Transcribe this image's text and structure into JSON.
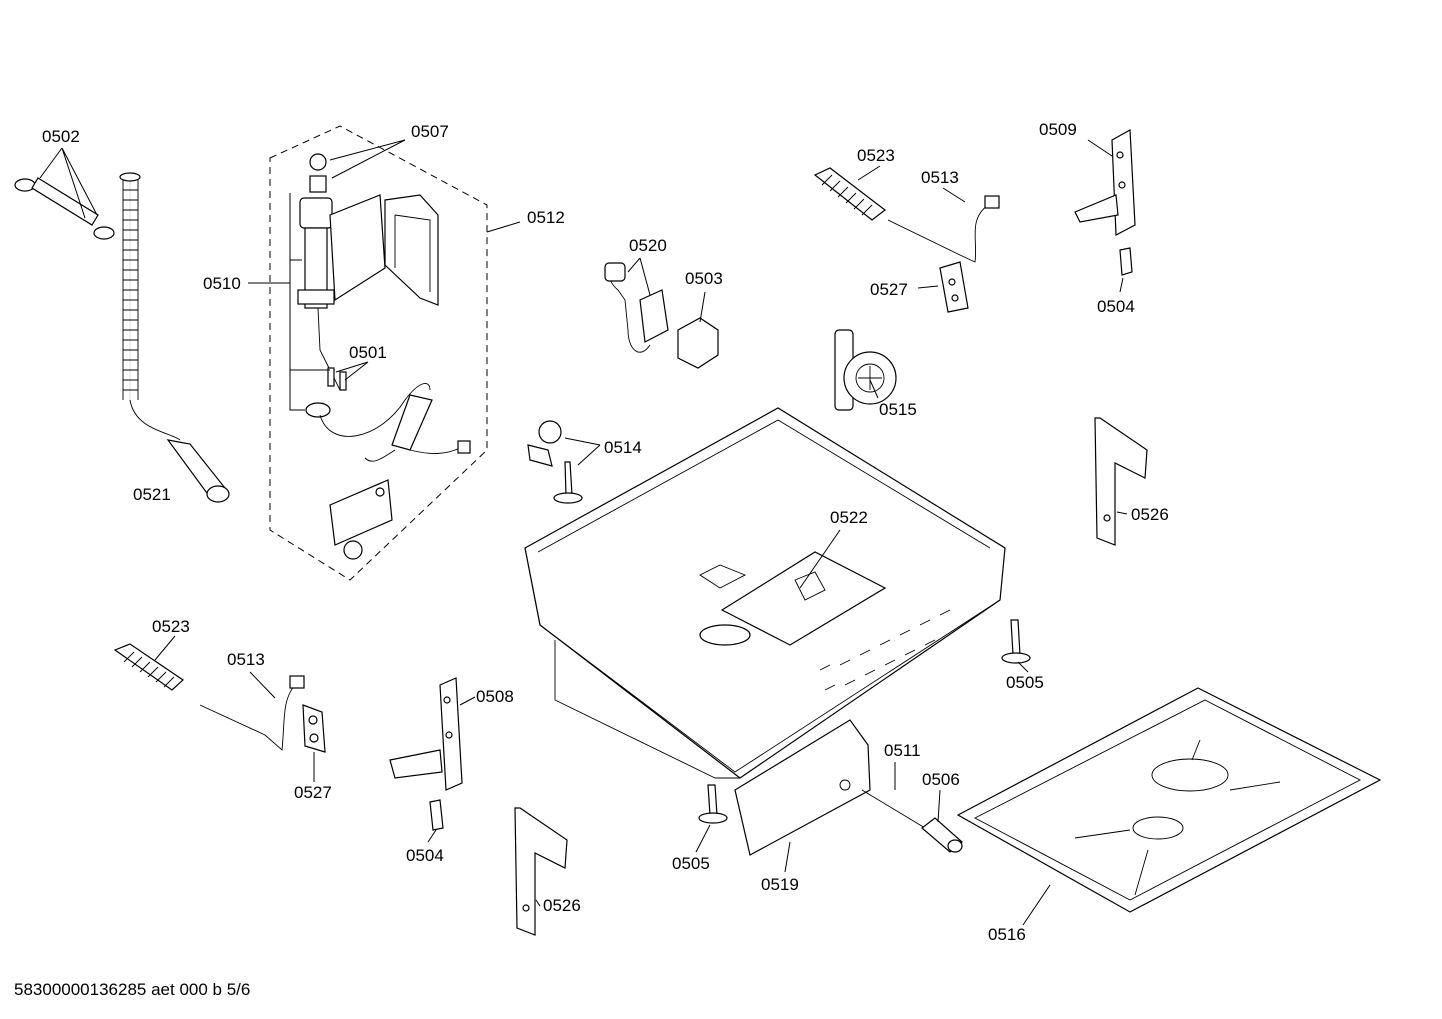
{
  "footer": {
    "code": "58300000136285 aet 000 b 5/6"
  },
  "labels": {
    "l0502": "0502",
    "l0507": "0507",
    "l0512": "0512",
    "l0510": "0510",
    "l0501": "0501",
    "l0521": "0521",
    "l0520": "0520",
    "l0503": "0503",
    "l0523a": "0523",
    "l0513a": "0513",
    "l0527a": "0527",
    "l0509": "0509",
    "l0504a": "0504",
    "l0515": "0515",
    "l0514": "0514",
    "l0522": "0522",
    "l0526a": "0526",
    "l0505a": "0505",
    "l0523b": "0523",
    "l0513b": "0513",
    "l0527b": "0527",
    "l0508": "0508",
    "l0504b": "0504",
    "l0526b": "0526",
    "l0505b": "0505",
    "l0519": "0519",
    "l0511": "0511",
    "l0506": "0506",
    "l0516": "0516"
  }
}
